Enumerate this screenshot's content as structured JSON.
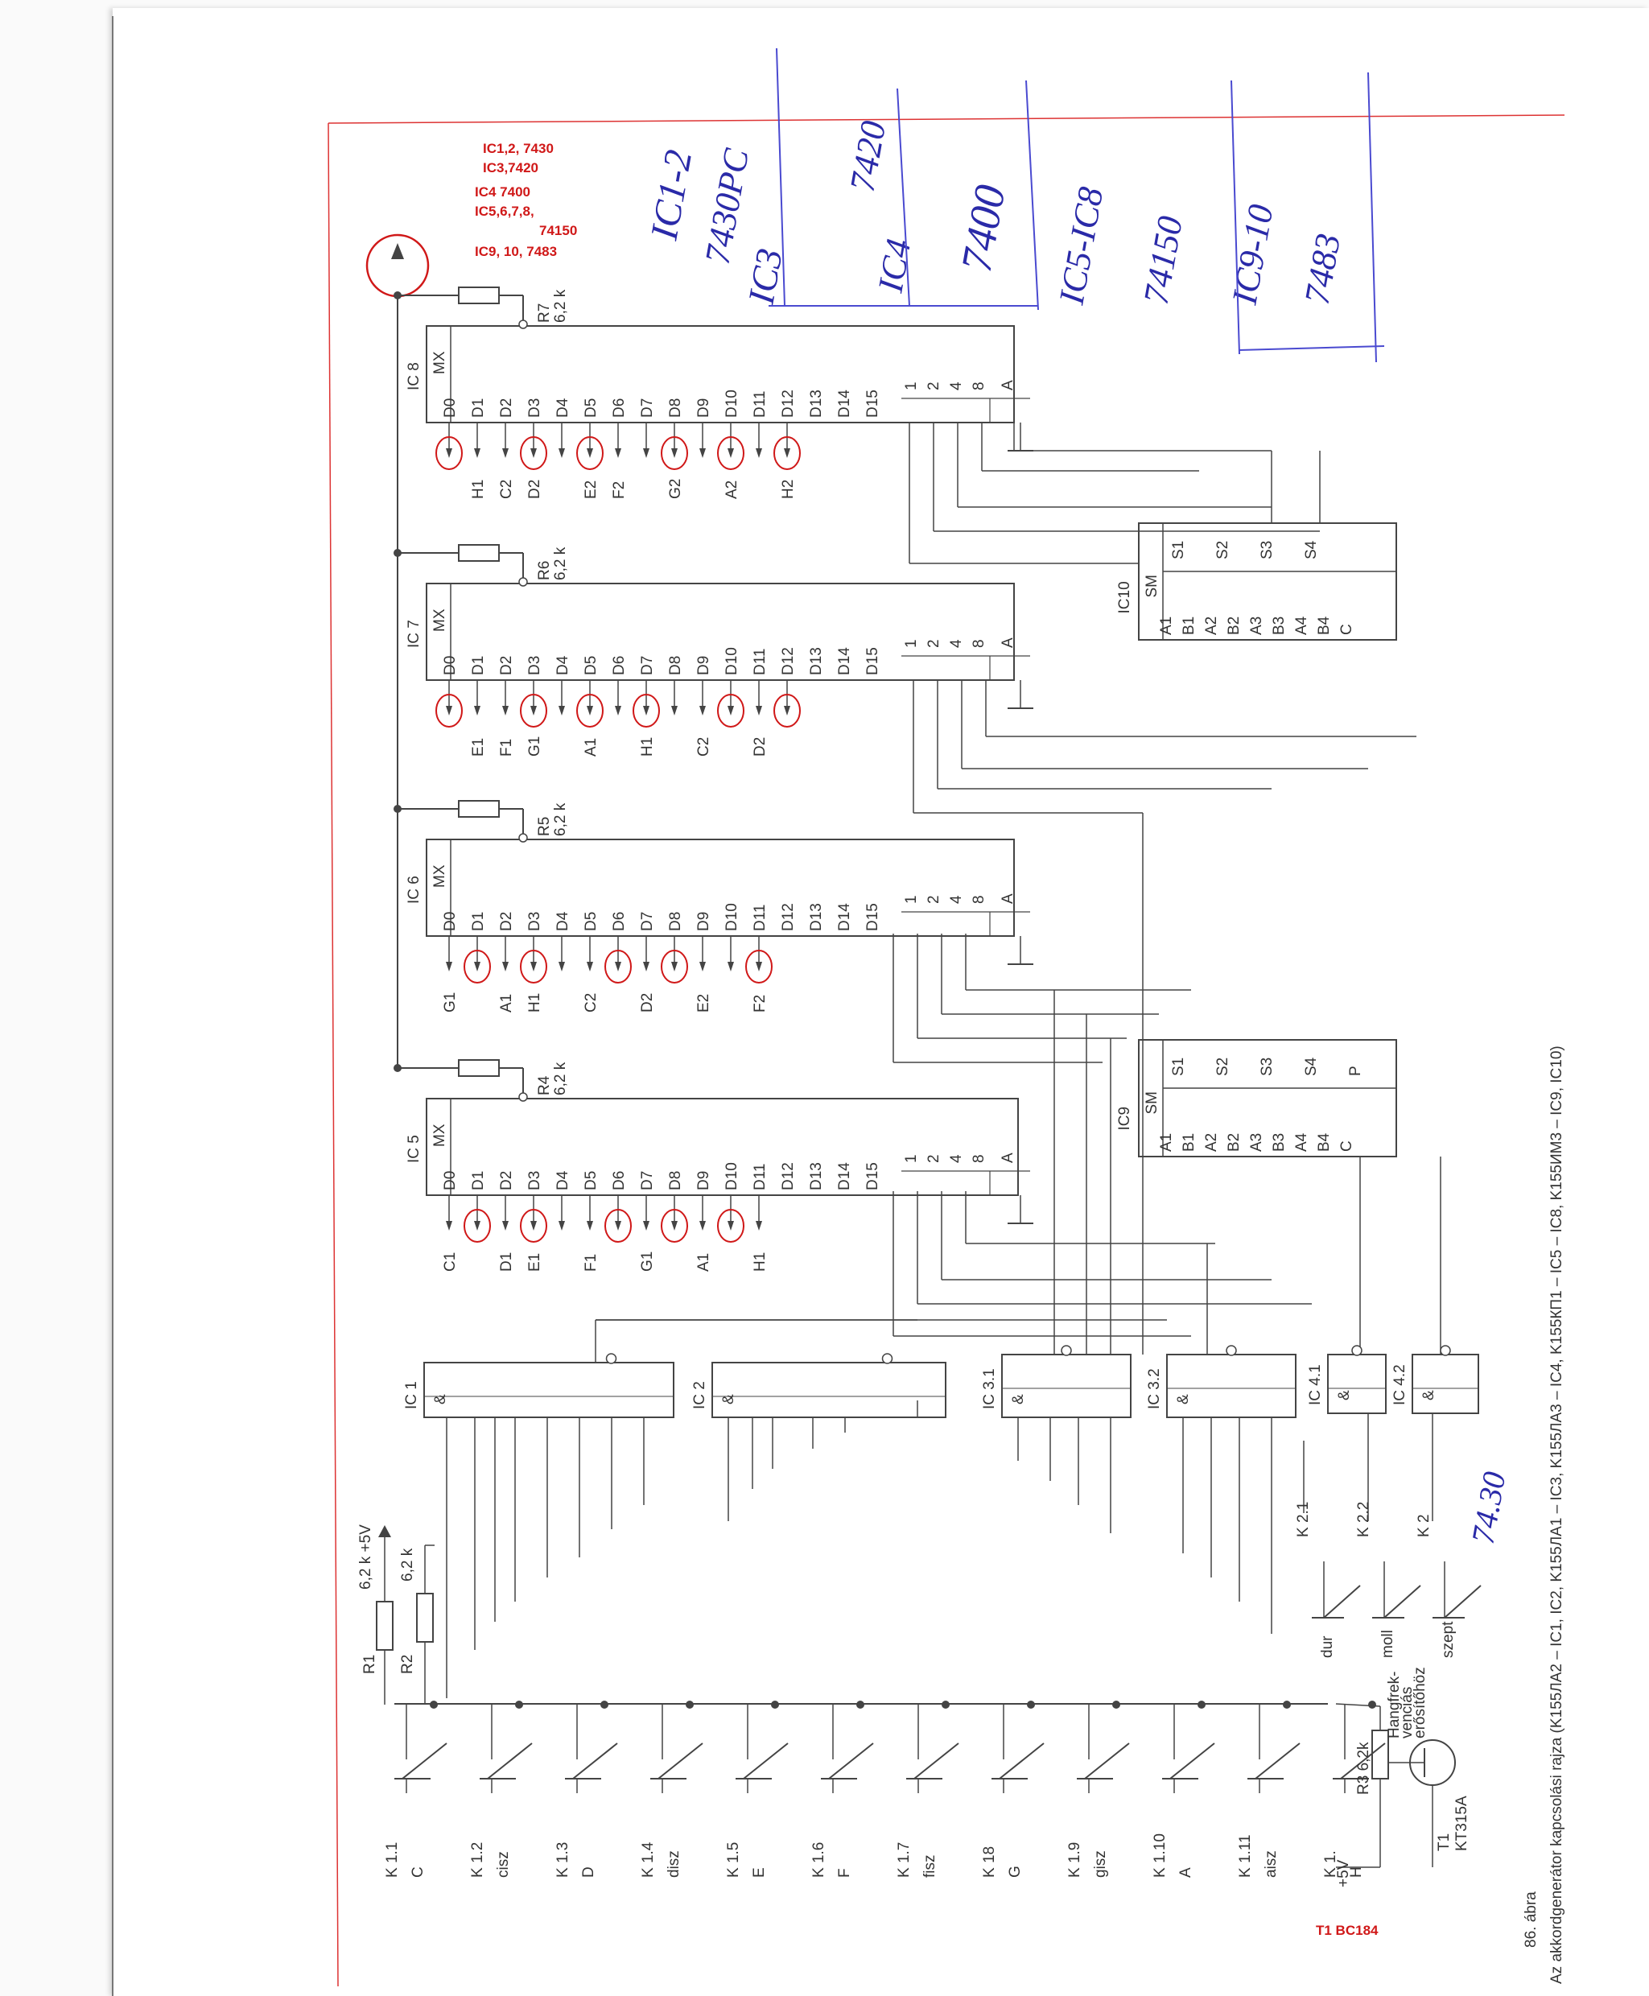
{
  "red_notes": [
    "IC1,2, 7430",
    "IC3,7420",
    "IC4  7400",
    "IC5,6,7,8,",
    "74150",
    "IC9, 10, 7483"
  ],
  "red_footer": "T1 BC184",
  "hand_notes": [
    "IC1-2",
    "7430PC",
    "IC3",
    "7420",
    "IC4",
    "7400",
    "IC5-IC8",
    "74150",
    "IC9-10",
    "7483",
    "74.30"
  ],
  "caption": {
    "number": "86. ábra",
    "text": "Az akkordgenerátor kapcsolási rajza (K155ЛА2 – IC1, IC2, K155ЛА1 – IC3, K155ЛА3 – IC4, K155КП1 – IC5 – IC8, K155ИМ3 – IC9, IC10)"
  },
  "mux": [
    {
      "name": "IC 8",
      "res": "R7",
      "val": "6,2 k",
      "notes": [
        "H1",
        "C2",
        "D2",
        "E2",
        "F2",
        "G2",
        "A2",
        "H2"
      ]
    },
    {
      "name": "IC 7",
      "res": "R6",
      "val": "6,2 k",
      "notes": [
        "E1",
        "F1",
        "G1",
        "A1",
        "H1",
        "C2",
        "D2"
      ]
    },
    {
      "name": "IC 6",
      "res": "R5",
      "val": "6,2 k",
      "notes": [
        "G1",
        "A1",
        "H1",
        "C2",
        "D2",
        "E2",
        "F2"
      ]
    },
    {
      "name": "IC 5",
      "res": "R4",
      "val": "6,2 k",
      "notes": [
        "C1",
        "D1",
        "E1",
        "F1",
        "G1",
        "A1",
        "H1"
      ]
    }
  ],
  "mux_label": "MX",
  "data_pins": [
    "D0",
    "D1",
    "D2",
    "D3",
    "D4",
    "D5",
    "D6",
    "D7",
    "D8",
    "D9",
    "D10",
    "D11",
    "D12",
    "D13",
    "D14",
    "D15"
  ],
  "sel_pins": [
    "1",
    "2",
    "4",
    "8"
  ],
  "sel_A": "A",
  "adders": [
    {
      "name": "IC10",
      "sm": "SM",
      "s": [
        "S1",
        "S2",
        "S3",
        "S4"
      ],
      "in": [
        "A1",
        "B1",
        "A2",
        "B2",
        "A3",
        "B3",
        "A4",
        "B4",
        "C"
      ]
    },
    {
      "name": "IC9",
      "sm": "SM",
      "s": [
        "S1",
        "S2",
        "S3",
        "S4",
        "P"
      ],
      "in": [
        "A1",
        "B1",
        "A2",
        "B2",
        "A3",
        "B3",
        "A4",
        "B4",
        "C"
      ]
    }
  ],
  "gates": [
    {
      "name": "IC 1",
      "sym": "&"
    },
    {
      "name": "IC 2",
      "sym": "&"
    },
    {
      "name": "IC 3.1",
      "sym": "&"
    },
    {
      "name": "IC 3.2",
      "sym": "&"
    },
    {
      "name": "IC 4.1",
      "sym": "&"
    },
    {
      "name": "IC 4.2",
      "sym": "&"
    }
  ],
  "keys": [
    {
      "id": "K 1.1",
      "note": "C"
    },
    {
      "id": "K 1.2",
      "note": "cisz"
    },
    {
      "id": "K 1.3",
      "note": "D"
    },
    {
      "id": "K 1.4",
      "note": "disz"
    },
    {
      "id": "K 1.5",
      "note": "E"
    },
    {
      "id": "K 1.6",
      "note": "F"
    },
    {
      "id": "K 1.7",
      "note": "fisz"
    },
    {
      "id": "K 18",
      "note": "G"
    },
    {
      "id": "K 1.9",
      "note": "gisz"
    },
    {
      "id": "K 1.10",
      "note": "A"
    },
    {
      "id": "K 1.11",
      "note": "aisz"
    },
    {
      "id": "K 1.",
      "note": "H"
    }
  ],
  "chord_keys": [
    {
      "id": "K 2.1",
      "note": "dur"
    },
    {
      "id": "K 2.2",
      "note": "moll"
    },
    {
      "id": "K 2",
      "note": "szept"
    }
  ],
  "r1": {
    "name": "R1",
    "val": "6,2 k",
    "supply": "+5V"
  },
  "r2": {
    "name": "R2",
    "val": "6,2 k"
  },
  "r3": {
    "name": "R3",
    "val": "6,2k"
  },
  "t1": {
    "name": "T1",
    "type": "KT315A",
    "supply": "+5V",
    "amp": [
      "Hangfrek-",
      "venciás",
      "erősítőhöz"
    ]
  }
}
